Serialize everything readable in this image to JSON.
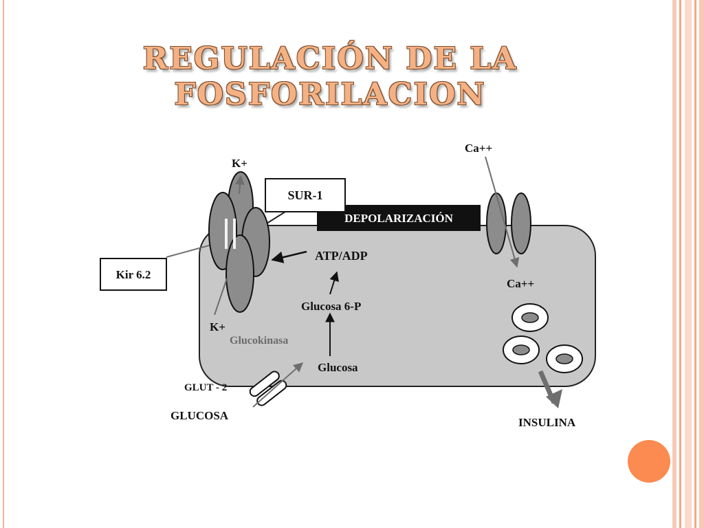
{
  "slide": {
    "title_line1": "REGULACIÓN DE LA",
    "title_line2": "FOSFORILACION"
  },
  "diagram": {
    "labels": {
      "k_plus_top": "K+",
      "sur1": "SUR-1",
      "depolarizacion": "DEPOLARIZACIÓN",
      "ca_top": "Ca++",
      "atp_adp": "ATP/ADP",
      "kir62": "Kir 6.2",
      "ca_inside": "Ca++",
      "glucosa6p": "Glucosa 6-P",
      "k_plus_bottom": "K+",
      "glucokinasa": "Glucokinasa",
      "glucosa_inside": "Glucosa",
      "glut2": "GLUT - 2",
      "glucosa_outside": "GLUCOSA",
      "insulina": "INSULINA"
    }
  },
  "colors": {
    "title": "#f4b183",
    "accent_orange": "#fb8b50",
    "border_salmon": "#f3b49a",
    "cell_fill": "#c8c8c8",
    "channel_fill": "#8c8c8c"
  }
}
